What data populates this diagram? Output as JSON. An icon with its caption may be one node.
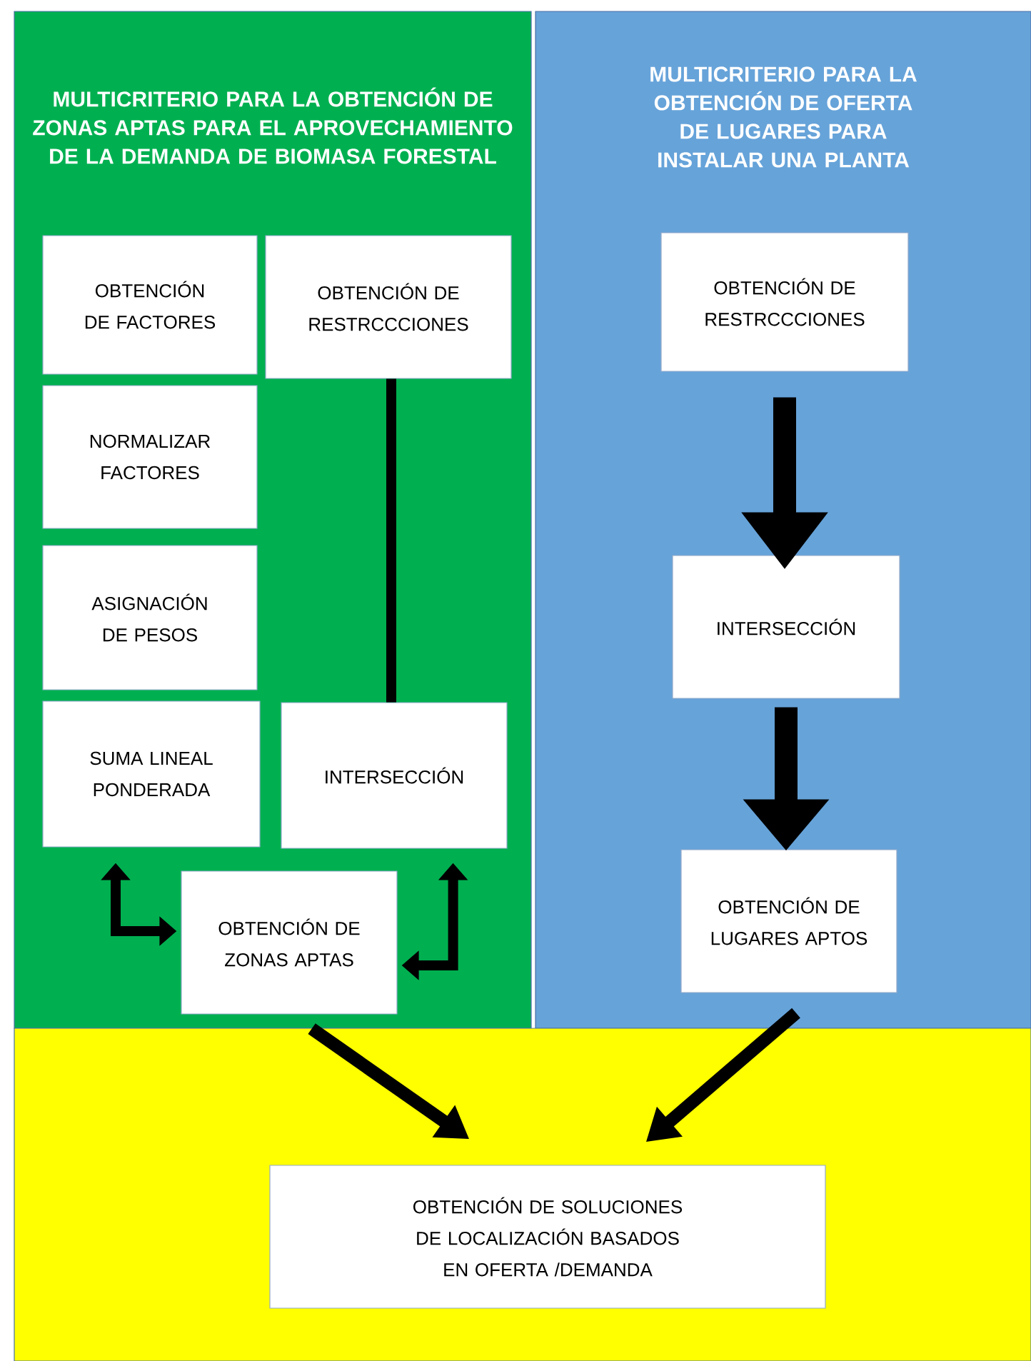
{
  "diagram": {
    "nodes": [
      {
        "text": [
          "MULTICRITERIO PARA LA OBTENCIÓN DE ZONAS APTAS PARA EL APROVECHAMIENTO DE LA DEMANDA DE BIOMASA FORESTAL"
        ]
      },
      {
        "text": [
          "MULTICRITERIO PARA LA OBTENCIÓN DE OFERTA DE LUGARES PARA INSTALAR UNA PLANTA"
        ]
      },
      {
        "text": [],
        "shape": "box"
      },
      {
        "text": [
          "OBTENCIÓN DE FACTORES"
        ],
        "in": 0
      },
      {
        "text": [
          "OBTENCIÓN DE RESTRCCCIONES"
        ],
        "in": 0
      },
      {
        "text": [
          "NORMALIZAR FACTORES"
        ],
        "in": 0
      },
      {
        "text": [
          "ASIGNACIÓN DE PESOS"
        ],
        "in": 0
      },
      {
        "text": [
          "SUMA LINEAL PONDERADA"
        ],
        "in": 0
      },
      {
        "text": [
          "INTERSECCIÓN"
        ],
        "in": 0
      },
      {
        "text": [
          "OBTENCIÓN DE ZONAS APTAS"
        ],
        "in": 0
      },
      {
        "text": [
          "OBTENCIÓN DE RESTRCCCIONES"
        ],
        "in": 1
      },
      {
        "text": [
          "INTERSECCIÓN"
        ],
        "in": 1
      },
      {
        "text": [
          "OBTENCIÓN DE LUGARES APTOS"
        ],
        "in": 1
      },
      {
        "text": [
          "OBTENCIÓN DE SOLUCIONES DE LOCALIZACIÓN BASADOS EN OFERTA /DEMANDA"
        ],
        "in": 2
      }
    ],
    "edges": [
      {
        "from": 4,
        "to": 8,
        "arrow": "none"
      },
      {
        "from": 7,
        "to": 9,
        "arrow": "both"
      },
      {
        "from": 8,
        "to": 9,
        "arrow": "both"
      },
      {
        "from": 10,
        "to": 11,
        "arrow": "to"
      },
      {
        "from": 11,
        "to": 12,
        "arrow": "to"
      },
      {
        "from": 9,
        "to": 13,
        "arrow": "to"
      },
      {
        "from": 12,
        "to": 13,
        "arrow": "to"
      }
    ]
  }
}
